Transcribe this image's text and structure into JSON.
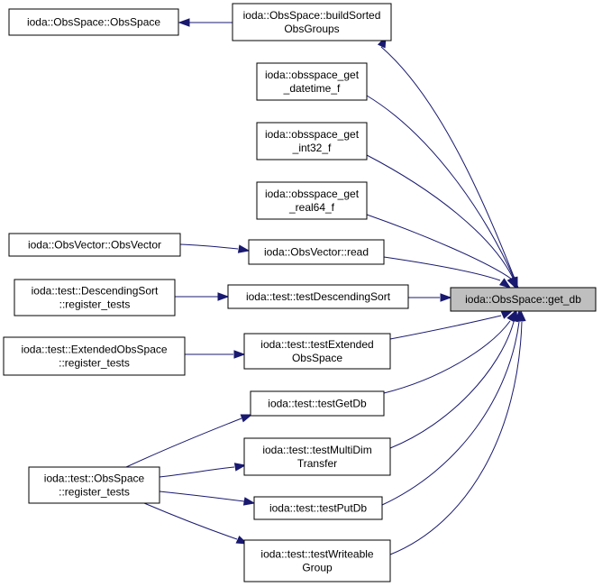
{
  "graph": {
    "nodes": [
      {
        "id": "obsspace_ctor",
        "lines": [
          "ioda::ObsSpace::ObsSpace"
        ]
      },
      {
        "id": "buildsorted",
        "lines": [
          "ioda::ObsSpace::buildSorted",
          "ObsGroups"
        ]
      },
      {
        "id": "get_datetime",
        "lines": [
          "ioda::obsspace_get",
          "_datetime_f"
        ]
      },
      {
        "id": "get_int32",
        "lines": [
          "ioda::obsspace_get",
          "_int32_f"
        ]
      },
      {
        "id": "get_real64",
        "lines": [
          "ioda::obsspace_get",
          "_real64_f"
        ]
      },
      {
        "id": "obsvector_ctor",
        "lines": [
          "ioda::ObsVector::ObsVector"
        ]
      },
      {
        "id": "obsvector_read",
        "lines": [
          "ioda::ObsVector::read"
        ]
      },
      {
        "id": "descsort_reg",
        "lines": [
          "ioda::test::DescendingSort",
          "::register_tests"
        ]
      },
      {
        "id": "test_descsort",
        "lines": [
          "ioda::test::testDescendingSort"
        ]
      },
      {
        "id": "get_db",
        "lines": [
          "ioda::ObsSpace::get_db"
        ],
        "focus": true
      },
      {
        "id": "extended_reg",
        "lines": [
          "ioda::test::ExtendedObsSpace",
          "::register_tests"
        ]
      },
      {
        "id": "test_extended",
        "lines": [
          "ioda::test::testExtended",
          "ObsSpace"
        ]
      },
      {
        "id": "test_getdb",
        "lines": [
          "ioda::test::testGetDb"
        ]
      },
      {
        "id": "test_multidim",
        "lines": [
          "ioda::test::testMultiDim",
          "Transfer"
        ]
      },
      {
        "id": "obsspace_reg",
        "lines": [
          "ioda::test::ObsSpace",
          "::register_tests"
        ]
      },
      {
        "id": "test_putdb",
        "lines": [
          "ioda::test::testPutDb"
        ]
      },
      {
        "id": "test_writeable",
        "lines": [
          "ioda::test::testWriteable",
          "Group"
        ]
      }
    ],
    "edges": [
      {
        "from": "buildsorted",
        "to": "obsspace_ctor"
      },
      {
        "from": "get_db",
        "to": "buildsorted"
      },
      {
        "from": "get_datetime",
        "to": "get_db"
      },
      {
        "from": "get_int32",
        "to": "get_db"
      },
      {
        "from": "get_real64",
        "to": "get_db"
      },
      {
        "from": "obsvector_ctor",
        "to": "obsvector_read"
      },
      {
        "from": "obsvector_read",
        "to": "get_db"
      },
      {
        "from": "descsort_reg",
        "to": "test_descsort"
      },
      {
        "from": "test_descsort",
        "to": "get_db"
      },
      {
        "from": "extended_reg",
        "to": "test_extended"
      },
      {
        "from": "test_extended",
        "to": "get_db"
      },
      {
        "from": "obsspace_reg",
        "to": "test_getdb"
      },
      {
        "from": "test_getdb",
        "to": "get_db"
      },
      {
        "from": "obsspace_reg",
        "to": "test_multidim"
      },
      {
        "from": "test_multidim",
        "to": "get_db"
      },
      {
        "from": "obsspace_reg",
        "to": "test_putdb"
      },
      {
        "from": "test_putdb",
        "to": "get_db"
      },
      {
        "from": "obsspace_reg",
        "to": "test_writeable"
      },
      {
        "from": "test_writeable",
        "to": "get_db"
      }
    ]
  }
}
